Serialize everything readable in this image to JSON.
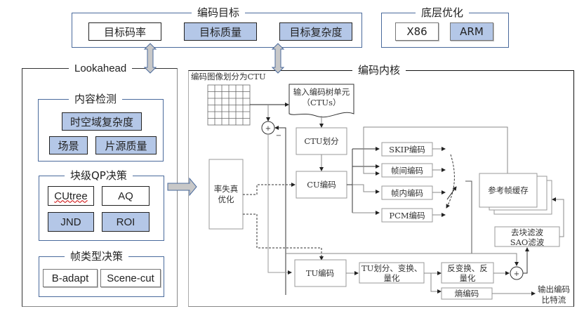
{
  "encoding_target": {
    "title": "编码目标",
    "items": [
      {
        "label": "目标码率",
        "style": "white"
      },
      {
        "label": "目标质量",
        "style": "blue"
      },
      {
        "label": "目标复杂度",
        "style": "blue"
      }
    ]
  },
  "low_level_opt": {
    "title": "底层优化",
    "items": [
      {
        "label": "X86",
        "style": "white"
      },
      {
        "label": "ARM",
        "style": "blue"
      }
    ]
  },
  "lookahead": {
    "title": "Lookahead",
    "content_detection": {
      "title": "内容检测",
      "items": [
        "时空域复杂度",
        "场景",
        "片源质量"
      ]
    },
    "block_qp": {
      "title": "块级QP决策",
      "items": [
        "CUtree",
        "AQ",
        "JND",
        "ROI"
      ]
    },
    "frame_type": {
      "title": "帧类型决策",
      "items": [
        "B-adapt",
        "Scene-cut"
      ]
    }
  },
  "encoder_core": {
    "title": "编码内核",
    "ctu_split_label": "编码图像划分为CTU",
    "input_ctu": [
      "输入编码树单元",
      "（CTUs）"
    ],
    "ctu_partition": "CTU划分",
    "cu_encode": "CU编码",
    "rdo": [
      "率失真",
      "优化"
    ],
    "modes": [
      "SKIP编码",
      "帧间编码",
      "帧内编码",
      "PCM编码"
    ],
    "ref_buffer": "参考帧缓存",
    "filter": [
      "去块滤波",
      "SAO滤波"
    ],
    "tu_encode": "TU编码",
    "tu_transform": [
      "TU划分、变换、",
      "量化"
    ],
    "inverse": [
      "反变换、反",
      "量化"
    ],
    "entropy": "熵编码",
    "output": [
      "输出编码",
      "比特流"
    ],
    "plus_sign": "+",
    "minus_sign": "−"
  }
}
